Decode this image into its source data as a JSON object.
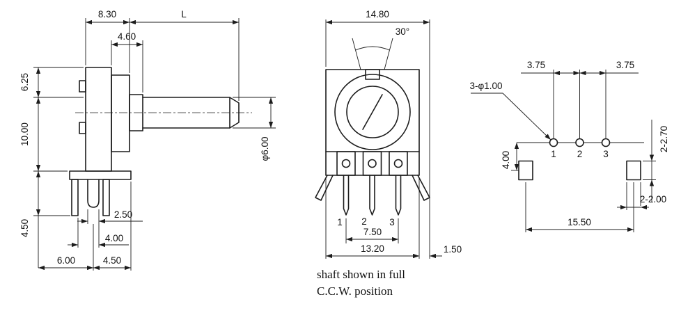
{
  "views": {
    "side": {
      "dims": {
        "top_width": "8.30",
        "shaft_length": "L",
        "bushing_len": "4.60",
        "upper_height": "6.25",
        "body_height": "10.00",
        "leg_height": "4.50",
        "shaft_dia": "φ6.00",
        "pin_width": "2.50",
        "pin_offset": "4.00",
        "foot_left": "6.00",
        "foot_right": "4.50"
      }
    },
    "front": {
      "dims": {
        "overall_width": "14.80",
        "rotation_angle": "30°",
        "pin_span": "7.50",
        "body_width": "13.20",
        "leg_offset": "1.50"
      },
      "pins": [
        "1",
        "2",
        "3"
      ]
    },
    "pcb": {
      "dims": {
        "pitch_left": "3.75",
        "pitch_right": "3.75",
        "hole_note": "3-φ1.00",
        "pad_height": "2-2.70",
        "row_offset": "4.00",
        "pad_width": "2-2.00",
        "pad_span": "15.50"
      },
      "pins": [
        "1",
        "2",
        "3"
      ]
    }
  },
  "caption": {
    "line1": "shaft shown in full",
    "line2": "C.C.W. position"
  }
}
